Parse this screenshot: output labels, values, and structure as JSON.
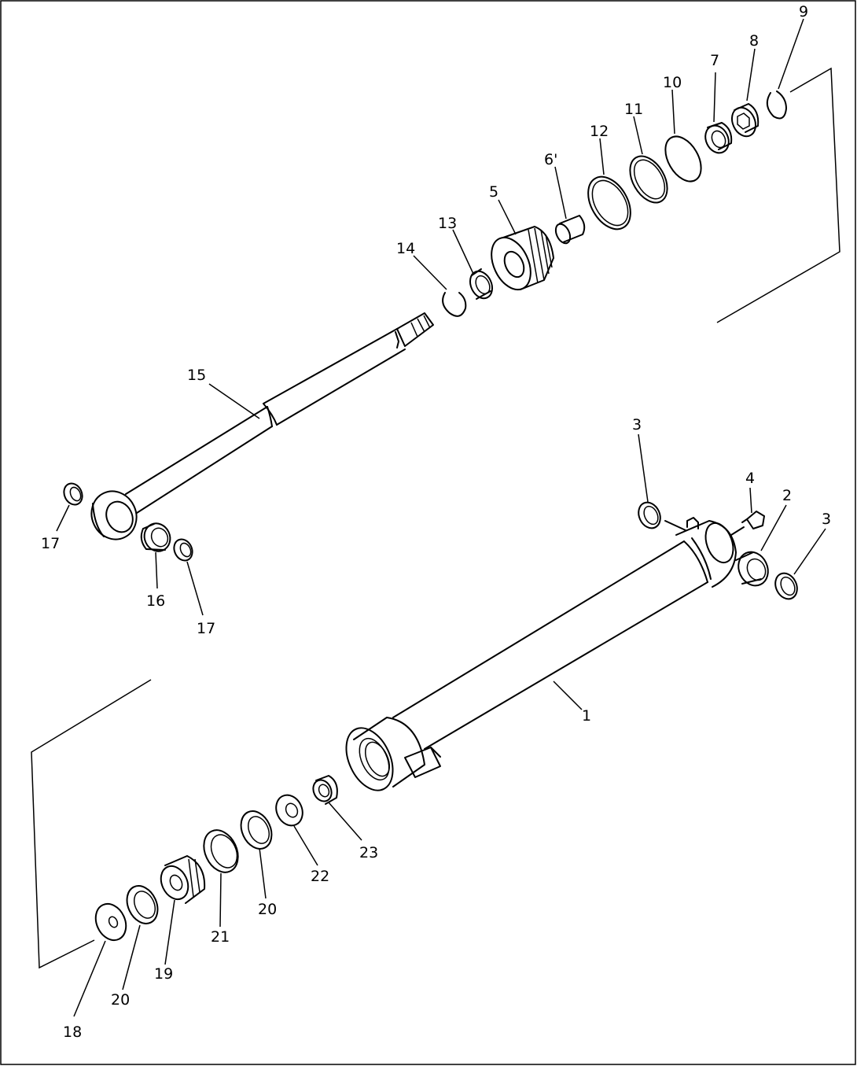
{
  "diagram": {
    "labels": {
      "p1": "1",
      "p2": "2",
      "p3a": "3",
      "p3b": "3",
      "p4": "4",
      "p5": "5",
      "p6": "6'",
      "p7": "7",
      "p8": "8",
      "p9": "9",
      "p10": "10",
      "p11": "11",
      "p12": "12",
      "p13": "13",
      "p14": "14",
      "p15": "15",
      "p16": "16",
      "p17a": "17",
      "p17b": "17",
      "p18": "18",
      "p19": "19",
      "p20a": "20",
      "p20b": "20",
      "p21": "21",
      "p22": "22",
      "p23": "23"
    }
  }
}
